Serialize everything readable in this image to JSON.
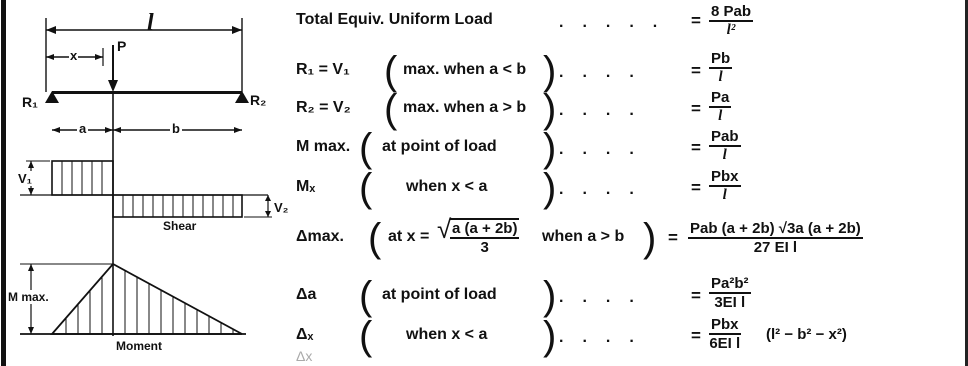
{
  "diagram": {
    "length": "l",
    "x": "x",
    "P": "P",
    "R1": "R₁",
    "R2": "R₂",
    "a": "a",
    "b": "b",
    "V1": "V₁",
    "V2": "V₂",
    "shear": "Shear",
    "mmax": "M max.",
    "moment": "Moment"
  },
  "rows": [
    {
      "label": "Total Equiv. Uniform Load",
      "num": "8 Pab",
      "den": "l²"
    },
    {
      "label": "R₁ = V₁",
      "cond": "max. when a < b",
      "num": "Pb",
      "den": "l"
    },
    {
      "label": "R₂ = V₂",
      "cond": "max. when a > b",
      "num": "Pa",
      "den": "l"
    },
    {
      "label": "M max.",
      "cond": "at point of load",
      "num": "Pab",
      "den": "l"
    },
    {
      "label": "Mₓ",
      "cond": "when x < a",
      "num": "Pbx",
      "den": "l"
    },
    {
      "label": "Δmax.",
      "cond_pre": "at x =",
      "sqrt_num": "a (a + 2b)",
      "sqrt_den": "3",
      "cond_post": "when a > b",
      "num": "Pab (a + 2b) √3a (a + 2b)",
      "den": "27 EI l"
    },
    {
      "label": "Δa",
      "cond": "at point of load",
      "num": "Pa²b²",
      "den": "3EI l"
    },
    {
      "label": "Δₓ",
      "cond": "when x < a",
      "num": "Pbx",
      "den": "6EI l",
      "tail": "(l² − b² − x²)"
    }
  ],
  "faint_note": "Δx"
}
